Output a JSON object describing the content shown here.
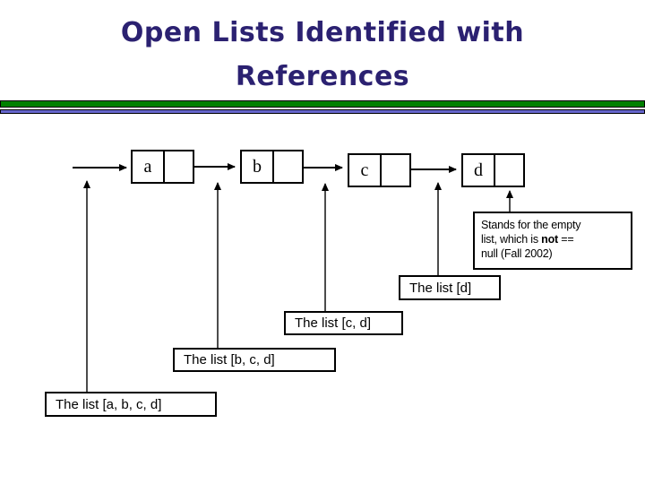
{
  "title": {
    "line1": "Open Lists Identified with",
    "line2": "References"
  },
  "colors": {
    "title_text": "#2B2171",
    "bar_green": "#008000",
    "bar_blue": "#6666CC",
    "line": "#000000",
    "background": "#FFFFFF"
  },
  "nodes": [
    {
      "label": "a"
    },
    {
      "label": "b"
    },
    {
      "label": "c"
    },
    {
      "label": "d",
      "null_pointer": true
    }
  ],
  "list_labels": [
    {
      "text": "The list [a, b, c, d]"
    },
    {
      "text": "The list [b, c, d]"
    },
    {
      "text": "The list [c, d]"
    },
    {
      "text": "The list [d]"
    }
  ],
  "note": {
    "line1": "Stands for the empty",
    "line2_pre": "list, which is ",
    "line2_bold": "not",
    "line2_post": " ==",
    "line3": "null (Fall 2002)"
  }
}
